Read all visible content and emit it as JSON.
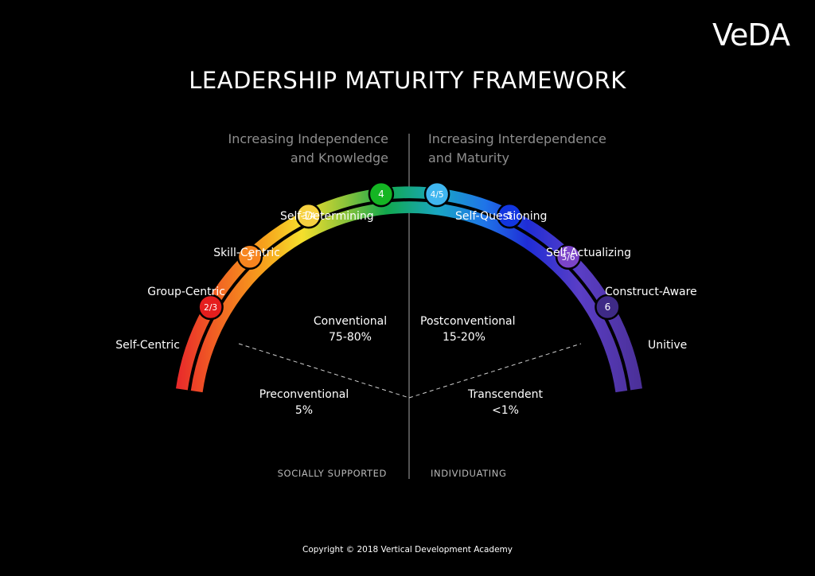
{
  "logo": "VeDA",
  "title": "LEADERSHIP MATURITY FRAMEWORK",
  "directions": {
    "left_line1": "Increasing Independence",
    "left_line2": "and Knowledge",
    "right_line1": "Increasing Interdependence",
    "right_line2": "and Maturity"
  },
  "stages": [
    {
      "badge": "2/3",
      "name": "Self-Centric",
      "color": "#e51e1e"
    },
    {
      "badge": "3",
      "name": "Group-Centric",
      "color": "#f7851f"
    },
    {
      "badge": "3/4",
      "name": "Skill-Centric",
      "color": "#f6d140"
    },
    {
      "badge": "4",
      "name": "Self-Determining",
      "color": "#14b523"
    },
    {
      "badge": "4/5",
      "name": "Self-Questioning",
      "color": "#3fb6ef"
    },
    {
      "badge": "5",
      "name": "Self-Actualizing",
      "color": "#1236e0"
    },
    {
      "badge": "5/6",
      "name": "Construct-Aware",
      "color": "#7b44c9"
    },
    {
      "badge": "6",
      "name": "Unitive",
      "color": "#3e2a86"
    }
  ],
  "zones": {
    "conventional": {
      "name": "Conventional",
      "value": "75-80%"
    },
    "postconventional": {
      "name": "Postconventional",
      "value": "15-20%"
    },
    "preconventional": {
      "name": "Preconventional",
      "value": "5%"
    },
    "transcendent": {
      "name": "Transcendent",
      "value": "<1%"
    }
  },
  "bottom_labels": {
    "left": "SOCIALLY SUPPORTED",
    "right": "INDIVIDUATING"
  },
  "copyright": "Copyright © 2018 Vertical Development Academy"
}
